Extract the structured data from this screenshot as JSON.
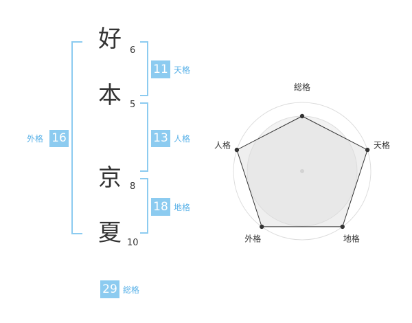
{
  "characters": [
    {
      "char": "好",
      "strokes": "6"
    },
    {
      "char": "本",
      "strokes": "5"
    },
    {
      "char": "京",
      "strokes": "8"
    },
    {
      "char": "夏",
      "strokes": "10"
    }
  ],
  "fortunes": {
    "tenkaku": {
      "label": "天格",
      "value": "11"
    },
    "jinkaku": {
      "label": "人格",
      "value": "13"
    },
    "chikaku": {
      "label": "地格",
      "value": "18"
    },
    "gaikaku": {
      "label": "外格",
      "value": "16"
    },
    "soukaku": {
      "label": "総格",
      "value": "29"
    }
  },
  "colors": {
    "accent": "#8ccbf0",
    "accent_text": "#5ab2e8",
    "radar_fill": "#eeeeee",
    "radar_line": "#333333",
    "ring": "#dddddd"
  },
  "chart_data": {
    "type": "radar",
    "axes": [
      "総格",
      "天格",
      "地格",
      "外格",
      "人格"
    ],
    "values": [
      4,
      5,
      5,
      5,
      5
    ],
    "max": 5
  }
}
